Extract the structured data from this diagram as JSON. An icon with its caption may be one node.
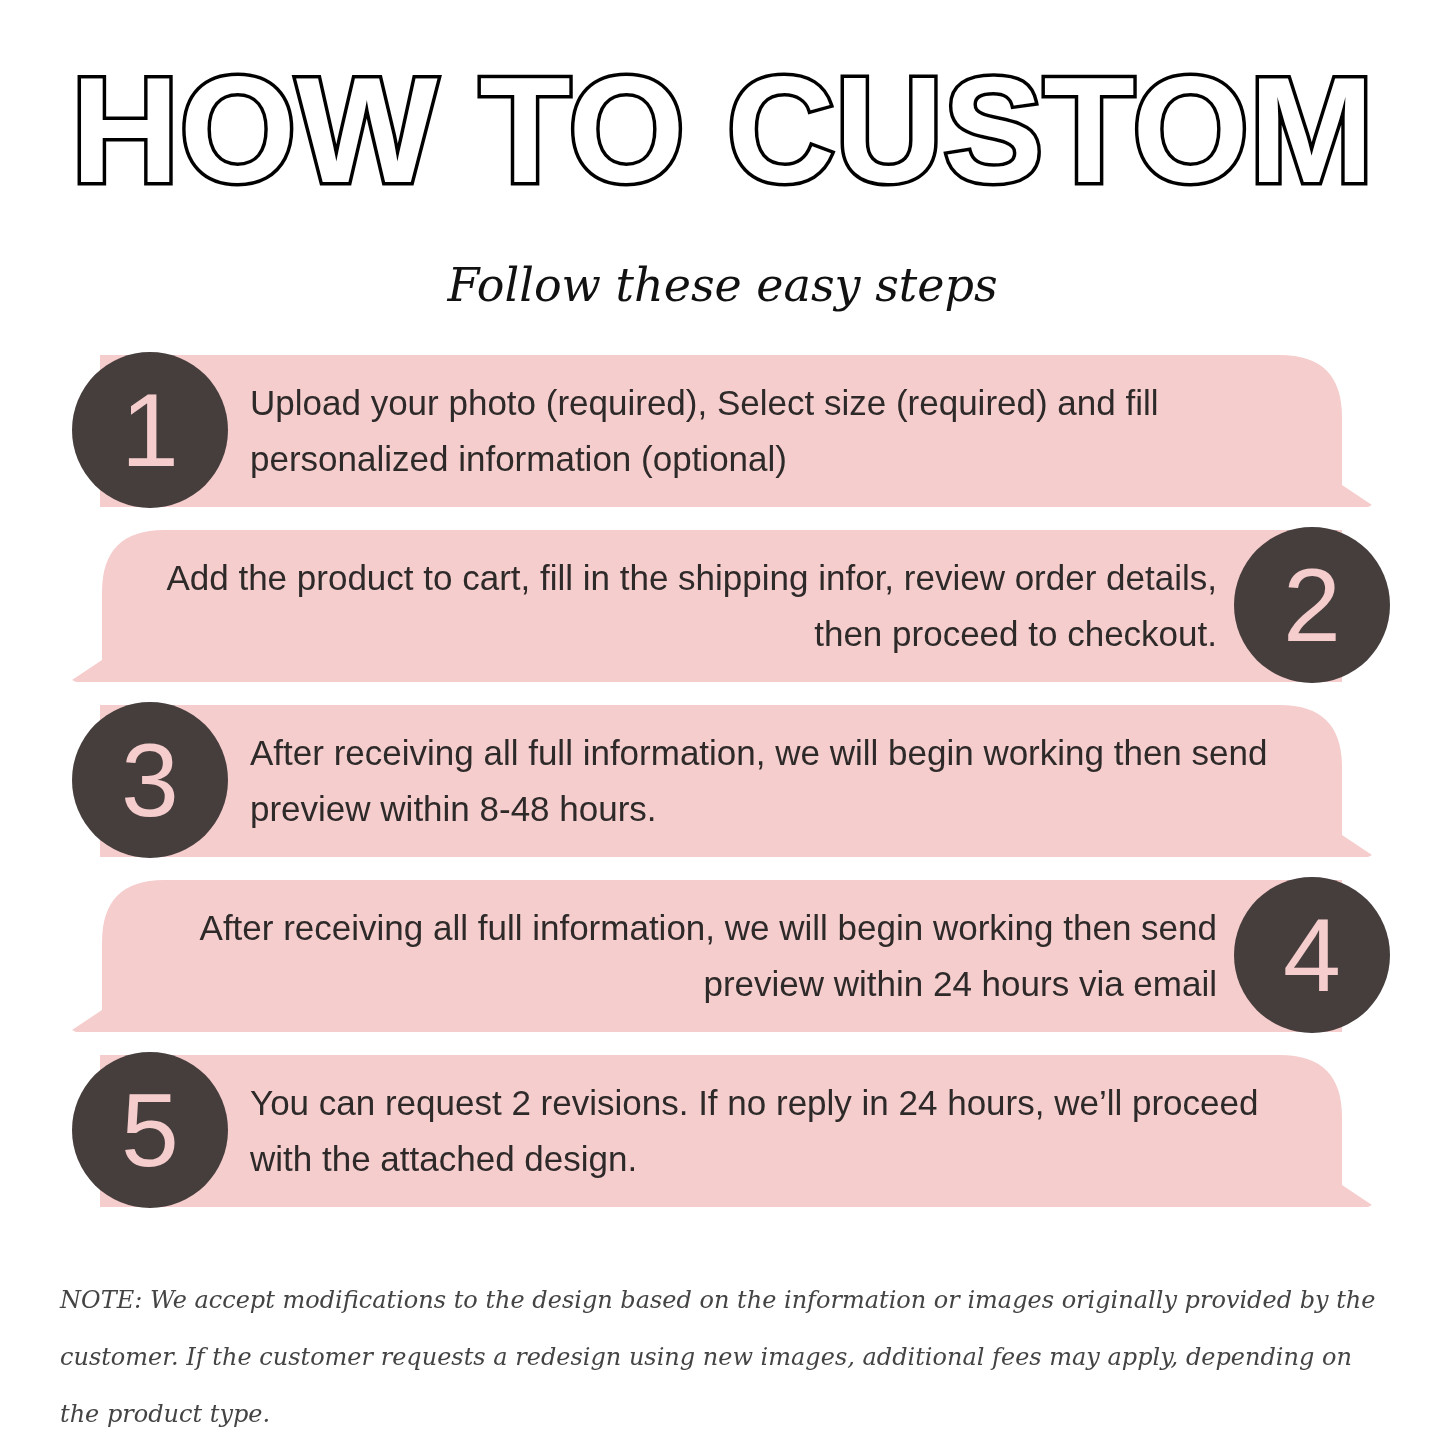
{
  "diagram": {
    "title": "HOW TO CUSTOM",
    "nodes": [
      {
        "text": [
          "1"
        ]
      },
      {
        "text": [
          "Upload your photo (required), Select size (required) and fill personalized information (optional)"
        ]
      },
      {
        "text": [
          "Add the product to cart, fill in the shipping infor, review order details, then proceed to checkout."
        ]
      },
      {
        "text": [
          "2"
        ]
      },
      {
        "text": [
          "3"
        ]
      },
      {
        "text": [
          "After receiving all full information, we will begin working then send preview within 8-48 hours."
        ]
      },
      {
        "text": [
          "After receiving all full information, we will begin working then send preview within 24 hours via email"
        ]
      },
      {
        "text": [
          "4"
        ]
      },
      {
        "text": [
          "5"
        ]
      },
      {
        "text": [
          "You can request 2 revisions. If no reply in 24 hours, we’ll proceed with the attached design."
        ]
      }
    ],
    "edges": [],
    "labels": [
      "Follow these easy steps",
      "NOTE: We accept modifications to the design based on the information or images originally provided by the customer. If the customer requests a redesign using new images, additional fees may apply, depending on the product type."
    ]
  }
}
